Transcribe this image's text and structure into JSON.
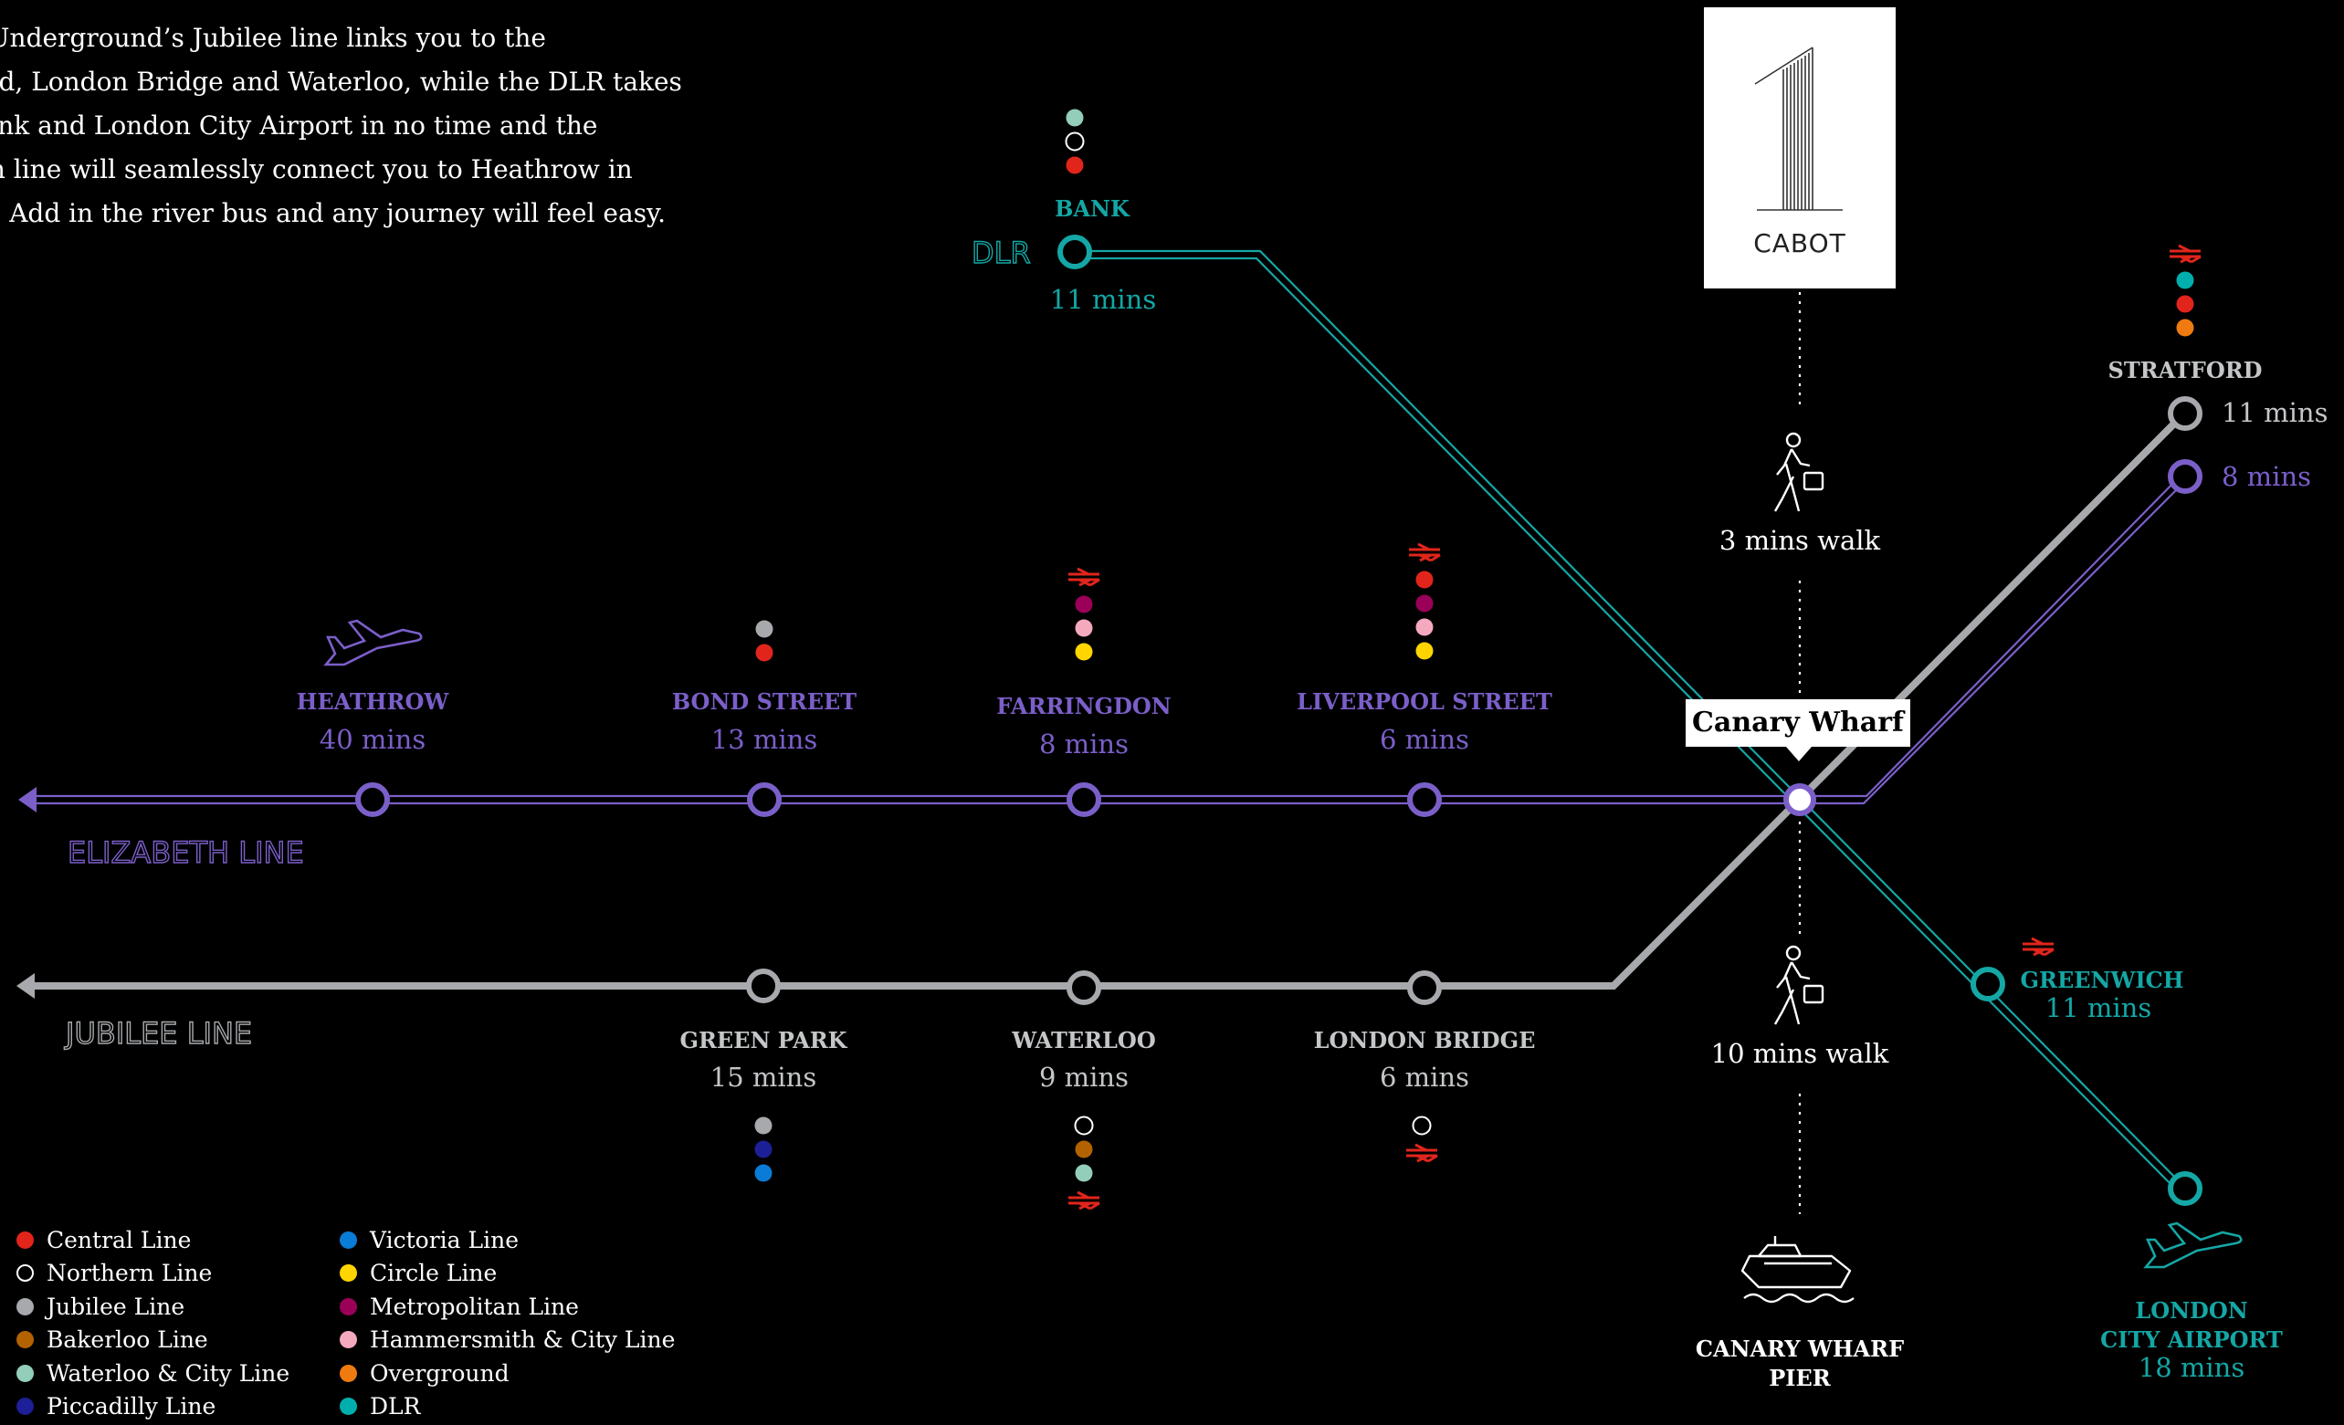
{
  "intro": {
    "lines": [
      "n Underground’s Jubilee line links you to the",
      "End, London Bridge and Waterloo, while the DLR takes",
      "Bank and London City Airport in no time and the",
      "eth line will seamlessly connect you to Heathrow in",
      "ns. Add in the river bus and any journey will feel easy."
    ]
  },
  "colors": {
    "background": "#000000",
    "elizabeth": "#7b5fc9",
    "jubilee": "#a7a9ac",
    "dlr": "#14a7a5",
    "white": "#ffffff",
    "central": "#e1251b",
    "northern": "#000000",
    "jubilee_dot": "#a7a9ac",
    "bakerloo": "#b26300",
    "waterloo_city": "#93ceba",
    "piccadilly": "#1c1f95",
    "victoria": "#0a7bd6",
    "circle": "#ffd500",
    "metropolitan": "#9b0058",
    "hammersmith": "#f4a9be",
    "overground": "#ef7b10",
    "dlr_dot": "#00afad",
    "rail": "#e1251b"
  },
  "lines": {
    "elizabeth": "ELIZABETH LINE",
    "jubilee": "JUBILEE LINE",
    "dlr": "DLR"
  },
  "stations": {
    "heathrow": {
      "name": "HEATHROW",
      "time": "40 mins",
      "icon": "airplane-icon"
    },
    "bond_street": {
      "name": "BOND STREET",
      "time": "13 mins",
      "interchange": [
        "jubilee_dot",
        "central"
      ]
    },
    "farringdon": {
      "name": "FARRINGDON",
      "time": "8 mins",
      "interchange": [
        "metropolitan",
        "hammersmith",
        "circle"
      ],
      "rail": true
    },
    "liverpool_street": {
      "name": "LIVERPOOL STREET",
      "time": "6 mins",
      "interchange": [
        "central",
        "metropolitan",
        "hammersmith",
        "circle"
      ],
      "rail": true
    },
    "green_park": {
      "name": "GREEN PARK",
      "time": "15 mins",
      "interchange": [
        "jubilee_dot",
        "piccadilly",
        "victoria"
      ]
    },
    "waterloo": {
      "name": "WATERLOO",
      "time": "9 mins",
      "interchange": [
        "northern",
        "bakerloo",
        "waterloo_city"
      ],
      "rail": true
    },
    "london_bridge": {
      "name": "LONDON BRIDGE",
      "time": "6 mins",
      "interchange": [
        "northern"
      ],
      "rail": true
    },
    "bank": {
      "name": "BANK",
      "time": "11 mins",
      "interchange": [
        "waterloo_city",
        "northern",
        "central"
      ]
    },
    "stratford": {
      "name": "STRATFORD",
      "time_jubilee": "11 mins",
      "time_elizabeth": "8 mins",
      "interchange": [
        "dlr_dot",
        "central",
        "overground"
      ],
      "rail": true
    },
    "greenwich": {
      "name": "GREENWICH",
      "time": "11 mins",
      "rail": true
    },
    "city_airport": {
      "name_line1": "LONDON",
      "name_line2": "CITY AIRPORT",
      "time": "18 mins",
      "icon": "airplane-icon"
    },
    "canary_wharf": {
      "name": "Canary Wharf"
    },
    "pier": {
      "name_line1": "CANARY WHARF",
      "name_line2": "PIER",
      "icon": "ferry-icon"
    }
  },
  "walks": {
    "cabot": "3 mins walk",
    "pier": "10 mins walk"
  },
  "cabot": {
    "logo_number": "1",
    "logo_label": "CABOT"
  },
  "legend": {
    "left": [
      {
        "label": "Central Line",
        "color": "central"
      },
      {
        "label": "Northern Line",
        "color": "northern"
      },
      {
        "label": "Jubilee Line",
        "color": "jubilee_dot"
      },
      {
        "label": "Bakerloo Line",
        "color": "bakerloo"
      },
      {
        "label": "Waterloo & City Line",
        "color": "waterloo_city"
      },
      {
        "label": "Piccadilly Line",
        "color": "piccadilly"
      }
    ],
    "right": [
      {
        "label": "Victoria Line",
        "color": "victoria"
      },
      {
        "label": "Circle Line",
        "color": "circle"
      },
      {
        "label": "Metropolitan Line",
        "color": "metropolitan"
      },
      {
        "label": "Hammersmith & City Line",
        "color": "hammersmith"
      },
      {
        "label": "Overground",
        "color": "overground"
      },
      {
        "label": "DLR",
        "color": "dlr_dot"
      }
    ]
  }
}
